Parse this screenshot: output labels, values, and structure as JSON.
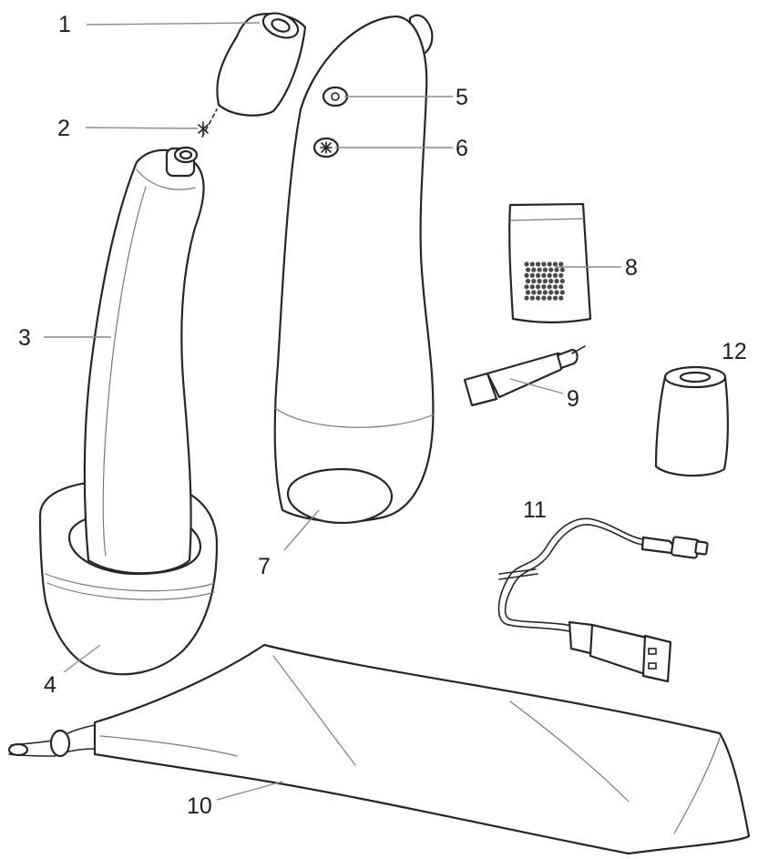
{
  "diagram": {
    "colors": {
      "line": "#262626",
      "leader": "#8a8a8a",
      "text": "#1e1e1e",
      "mesh": "#4a4a4a"
    },
    "labels": [
      {
        "id": "1",
        "text": "1"
      },
      {
        "id": "2",
        "text": "2"
      },
      {
        "id": "3",
        "text": "3"
      },
      {
        "id": "4",
        "text": "4"
      },
      {
        "id": "5",
        "text": "5"
      },
      {
        "id": "6",
        "text": "6"
      },
      {
        "id": "7",
        "text": "7"
      },
      {
        "id": "8",
        "text": "8"
      },
      {
        "id": "9",
        "text": "9"
      },
      {
        "id": "10",
        "text": "10"
      },
      {
        "id": "11",
        "text": "11"
      },
      {
        "id": "12",
        "text": "12"
      }
    ]
  }
}
